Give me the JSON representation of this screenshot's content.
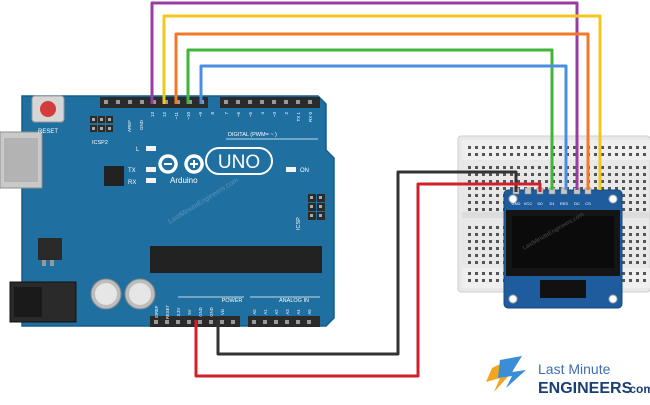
{
  "board": {
    "reset_label": "RESET",
    "icsp2_label": "ICSP2",
    "l_label": "L",
    "tx_label": "TX",
    "rx_label": "RX",
    "uno_label": "UNO",
    "brand_label": "Arduino",
    "on_label": "ON",
    "icsp_label": "ICSP",
    "digital_label": "DIGITAL (PWM= ~ )",
    "power_label": "POWER",
    "analog_label": "ANALOG IN",
    "aref_label": "AREF",
    "gnd_label": "GND",
    "top_pins": [
      "13",
      "12",
      "~11",
      "~10",
      "~9",
      "8"
    ],
    "top_pins_right": [
      "7",
      "~6",
      "~5",
      "4",
      "~3",
      "2",
      "TX 1",
      "RX 0"
    ],
    "power_pins": [
      "IOREF",
      "RESET",
      "3.3V",
      "5V",
      "GND",
      "GND",
      "Vin"
    ],
    "analog_pins": [
      "A0",
      "A1",
      "A2",
      "A3",
      "A4",
      "A5"
    ],
    "watermark": "LastMinuteEngineers.com"
  },
  "oled": {
    "pins": [
      "GND",
      "VCC",
      "D0",
      "D1",
      "RES",
      "DC",
      "CS"
    ],
    "watermark": "LastMinuteEngineers.com"
  },
  "logo": {
    "line1": "Last Minute",
    "line2": "ENGINEERS",
    "suffix": ".com"
  },
  "wire_colors": {
    "purple": "#9b3aa3",
    "yellow": "#f2c81d",
    "orange": "#f07a2a",
    "green": "#3fb63a",
    "blue": "#4a8ee0",
    "black": "#333333",
    "red": "#d0202a"
  }
}
